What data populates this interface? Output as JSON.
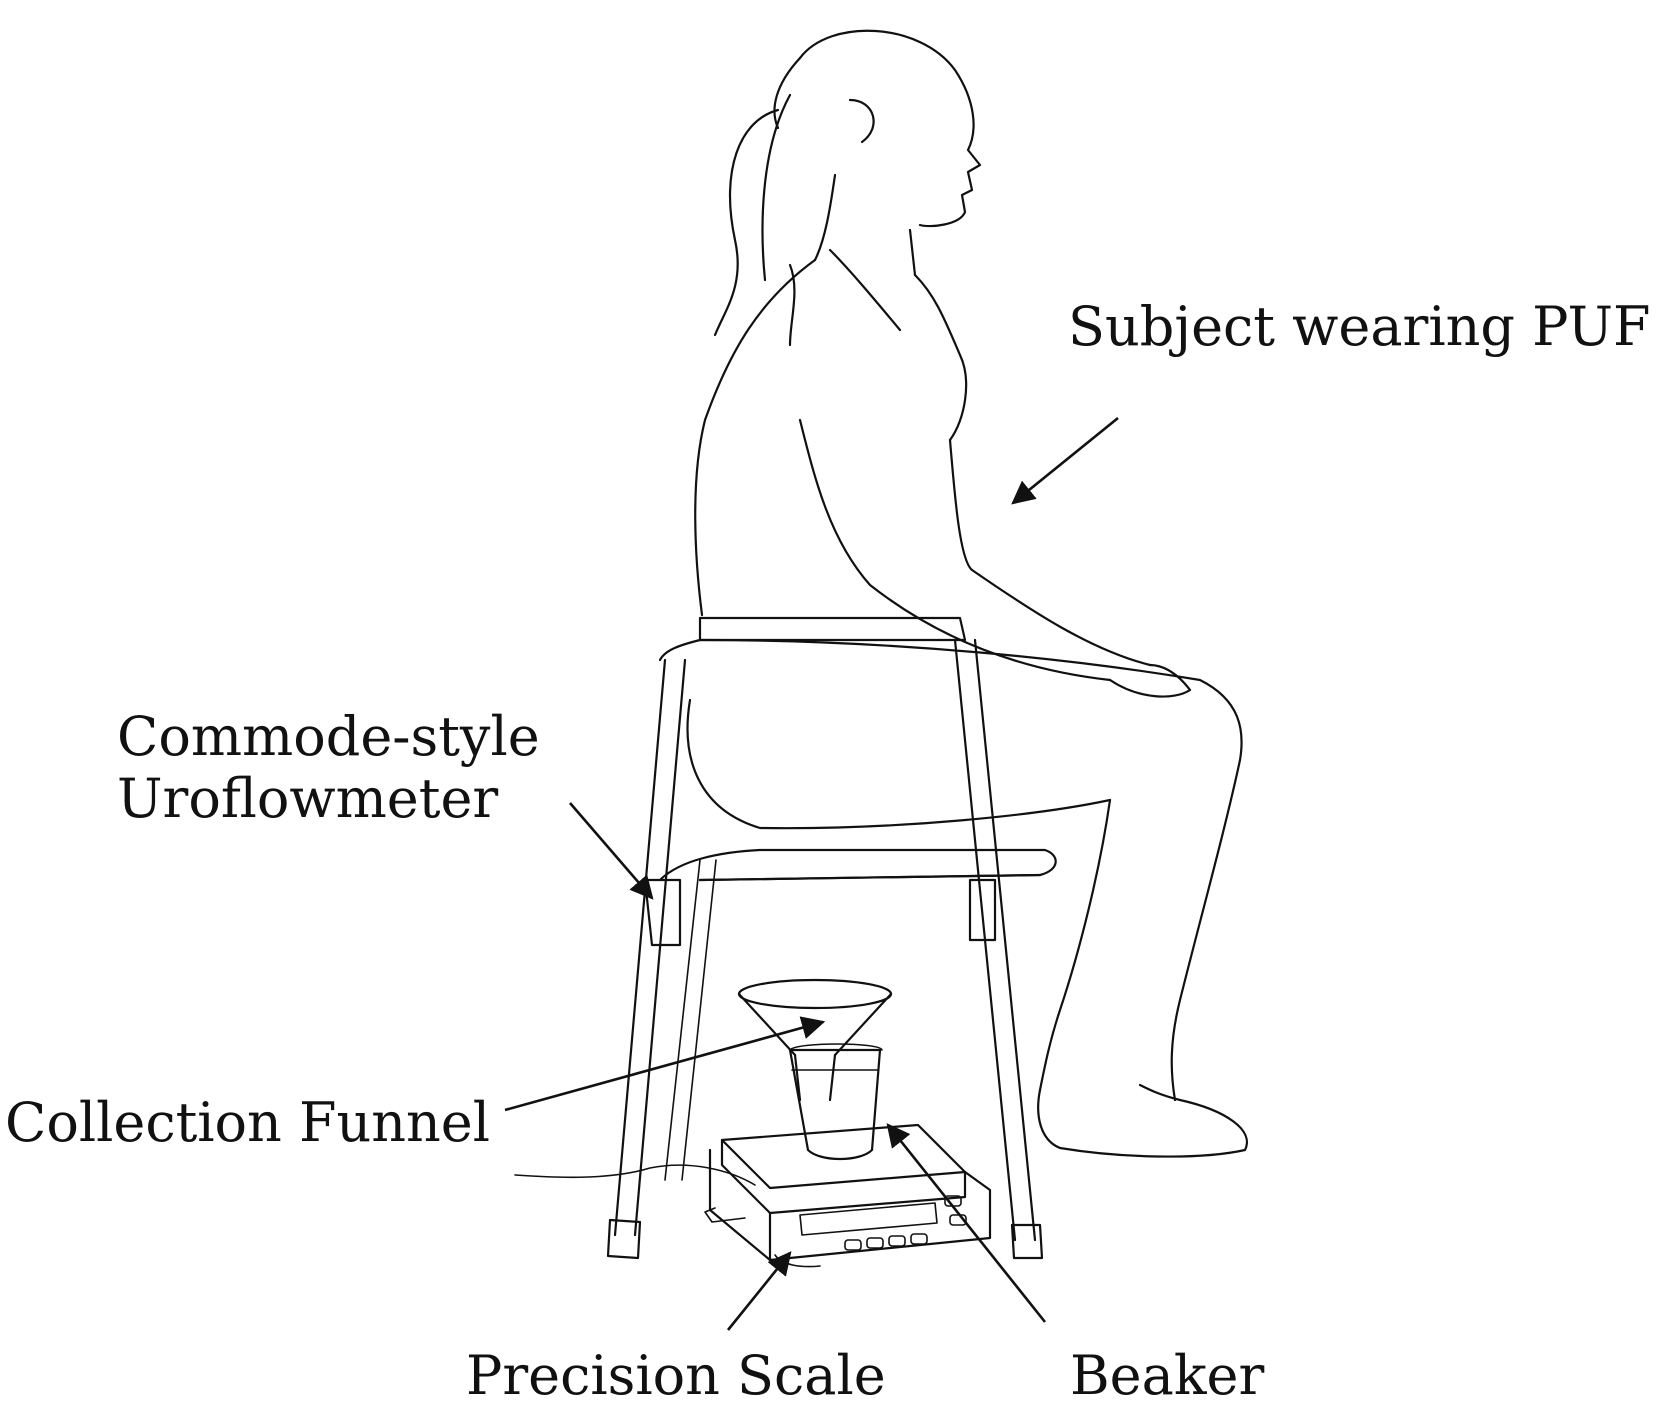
{
  "labels": {
    "subject": "Subject wearing PUF",
    "commode_line1": "Commode-style",
    "commode_line2": "Uroflowmeter",
    "funnel": "Collection Funnel",
    "scale": "Precision Scale",
    "beaker": "Beaker"
  },
  "colors": {
    "ink": "#111111",
    "background": "#ffffff"
  }
}
